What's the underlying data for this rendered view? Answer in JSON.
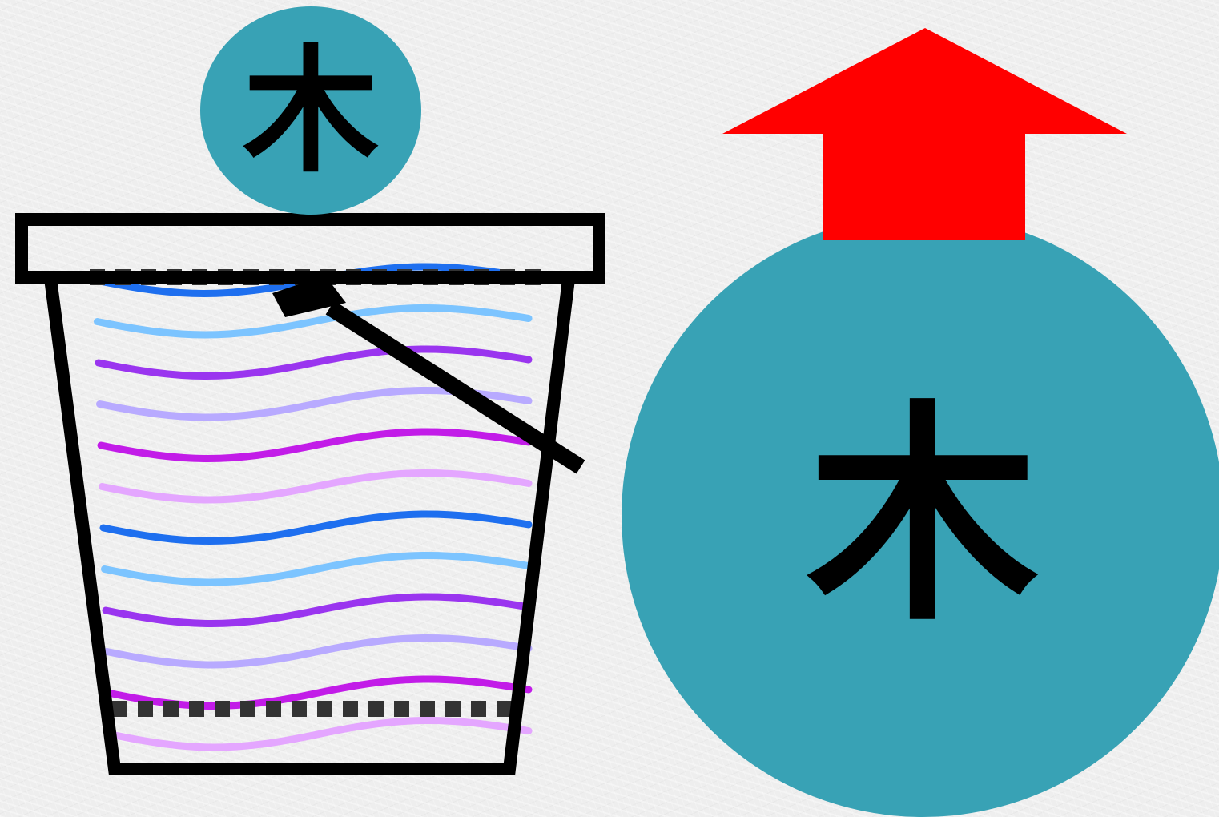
{
  "small_badge": {
    "character": "木",
    "color": "#38a2b5"
  },
  "large_badge": {
    "character": "木",
    "color": "#38a2b5"
  },
  "arrow": {
    "direction": "up",
    "color": "#ff0000"
  },
  "cup": {
    "icon": "cup-with-straw-icon",
    "outline_color": "#000000",
    "wave_colors": [
      "#1e6fef",
      "#7cc4ff",
      "#9a35ef",
      "#b8aaff",
      "#c21ce8",
      "#e4a6ff"
    ]
  }
}
